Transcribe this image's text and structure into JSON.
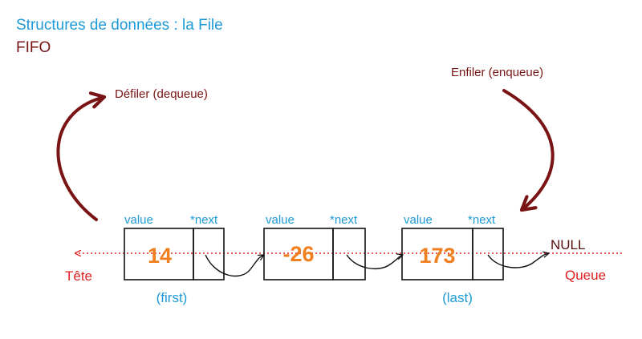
{
  "title": "Structures de données : la File",
  "subtitle": "FIFO",
  "colors": {
    "title": "#1d9ad6",
    "subtitle": "#7a1414",
    "operation": "#7a1414",
    "field_label": "#1d9ad6",
    "node_value": "#f07f1f",
    "end_label": "#e02020",
    "axis": "#e02020",
    "null_label": "#5a1010"
  },
  "operations": {
    "dequeue_label": "Défiler (dequeue)",
    "enqueue_label": "Enfiler (enqueue)"
  },
  "field_labels": {
    "value": "value",
    "next": "*next"
  },
  "nodes": [
    {
      "value": "14",
      "role": "(first)"
    },
    {
      "value": "-26",
      "role": ""
    },
    {
      "value": "173",
      "role": "(last)"
    }
  ],
  "null_label": "NULL",
  "head_label": "Tête",
  "tail_label": "Queue"
}
